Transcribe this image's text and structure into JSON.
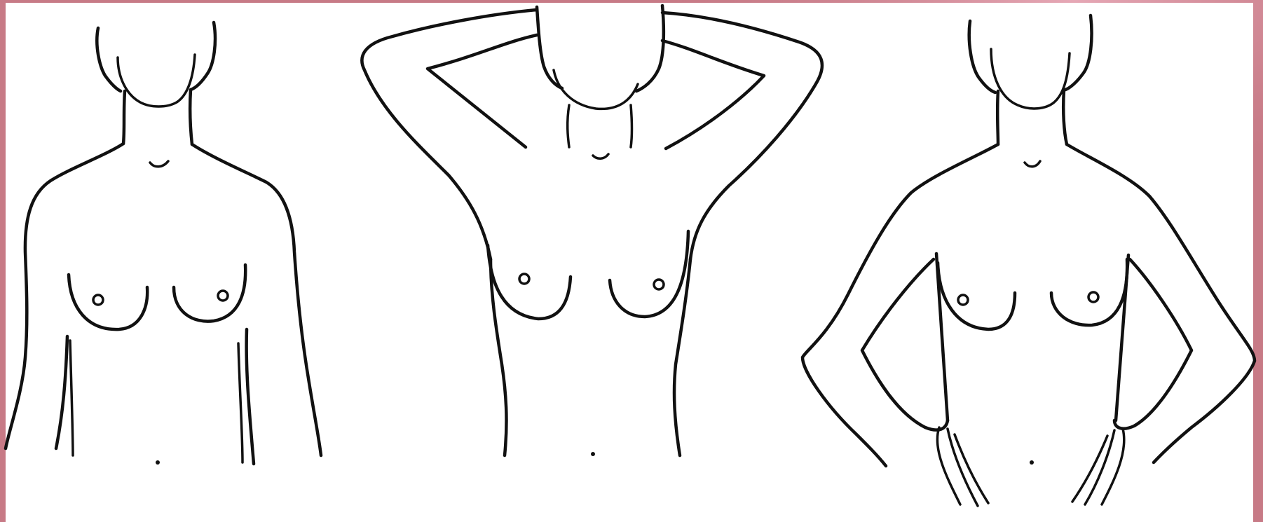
{
  "colors": {
    "frame_border": "#c77a86",
    "frame_glow": "#e6a8b6",
    "panel_background": "#ffffff",
    "line_art": "#111111"
  },
  "figures": [
    {
      "pose": "arms-at-sides"
    },
    {
      "pose": "hands-behind-head"
    },
    {
      "pose": "hands-on-hips"
    }
  ]
}
